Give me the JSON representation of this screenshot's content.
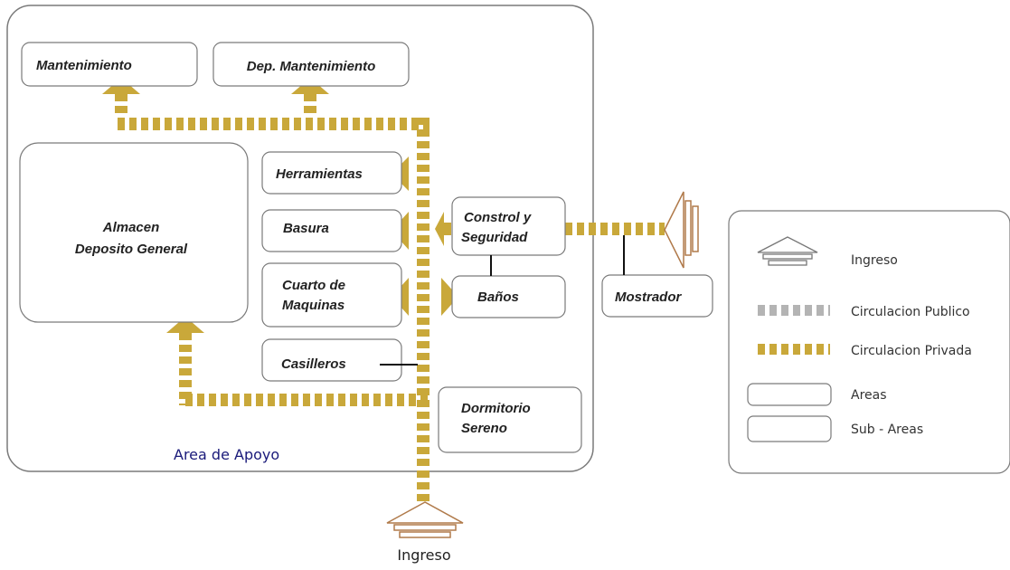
{
  "colors": {
    "private_circulation": "#c9a83a",
    "public_circulation": "#b4b4b4",
    "outline": "#7a7a7a",
    "area_caption": "#1a1a7a"
  },
  "area": {
    "caption": "Area de Apoyo"
  },
  "boxes": {
    "mantenimiento": "Mantenimiento",
    "dep_mantenimiento": "Dep. Mantenimiento",
    "almacen": [
      "Almacen",
      "Deposito General"
    ],
    "herramientas": "Herramientas",
    "basura": "Basura",
    "cuarto_maquinas": [
      "Cuarto de",
      "Maquinas"
    ],
    "casilleros": "Casilleros",
    "control_seguridad": [
      "Constrol y",
      "Seguridad"
    ],
    "banos": "Baños",
    "dormitorio": [
      "Dormitorio",
      "Sereno"
    ],
    "mostrador": "Mostrador"
  },
  "entrance": {
    "label": "Ingreso"
  },
  "legend": {
    "items": [
      {
        "icon": "entrance-icon",
        "label": "Ingreso"
      },
      {
        "icon": "public-circulation-swatch",
        "label": "Circulacion Publico"
      },
      {
        "icon": "private-circulation-swatch",
        "label": "Circulacion Privada"
      },
      {
        "icon": "area-swatch",
        "label": "Areas"
      },
      {
        "icon": "subarea-swatch",
        "label": "Sub - Areas"
      }
    ]
  }
}
